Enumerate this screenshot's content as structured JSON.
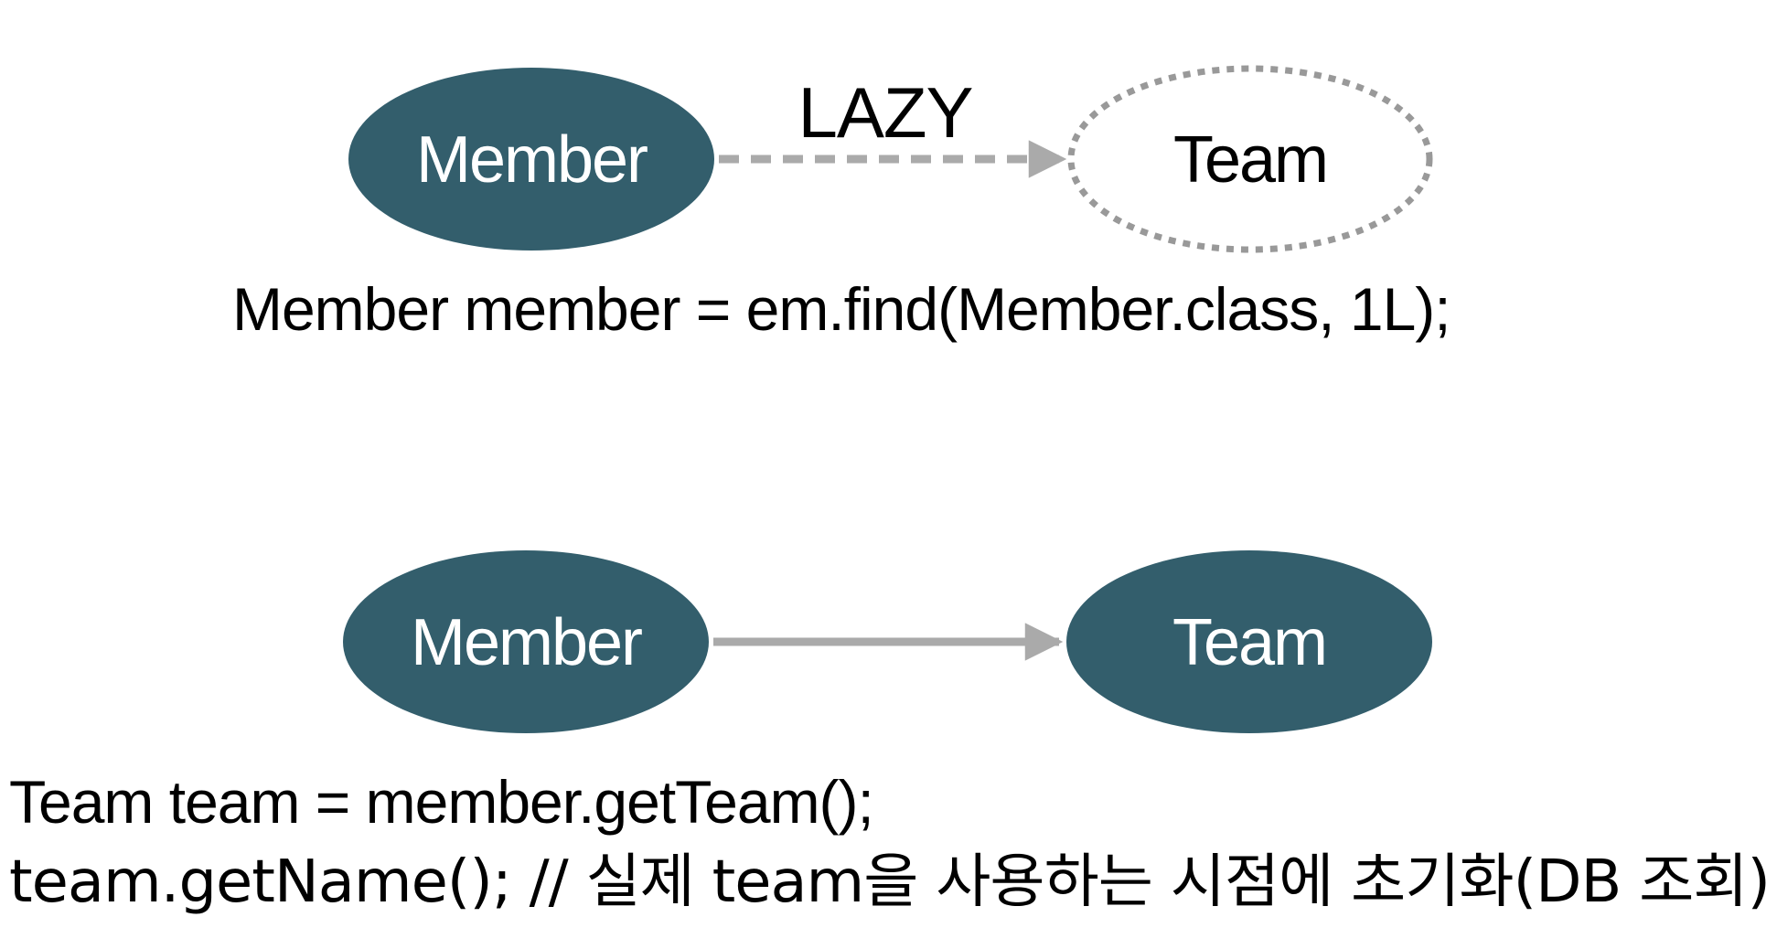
{
  "colors": {
    "node_fill": "#335e6c",
    "node_text": "#ffffff",
    "proxy_border": "#999999",
    "proxy_text": "#000000",
    "edge": "#aaaaaa",
    "text": "#000000",
    "background": "#ffffff"
  },
  "top_diagram": {
    "source_node": "Member",
    "target_node": "Team",
    "edge_label": "LAZY",
    "code": "Member member = em.find(Member.class, 1L);"
  },
  "bottom_diagram": {
    "source_node": "Member",
    "target_node": "Team",
    "code_lines": [
      "Team team = member.getTeam();",
      "team.getName(); // 실제 team을 사용하는 시점에 초기화(DB 조회)"
    ]
  }
}
